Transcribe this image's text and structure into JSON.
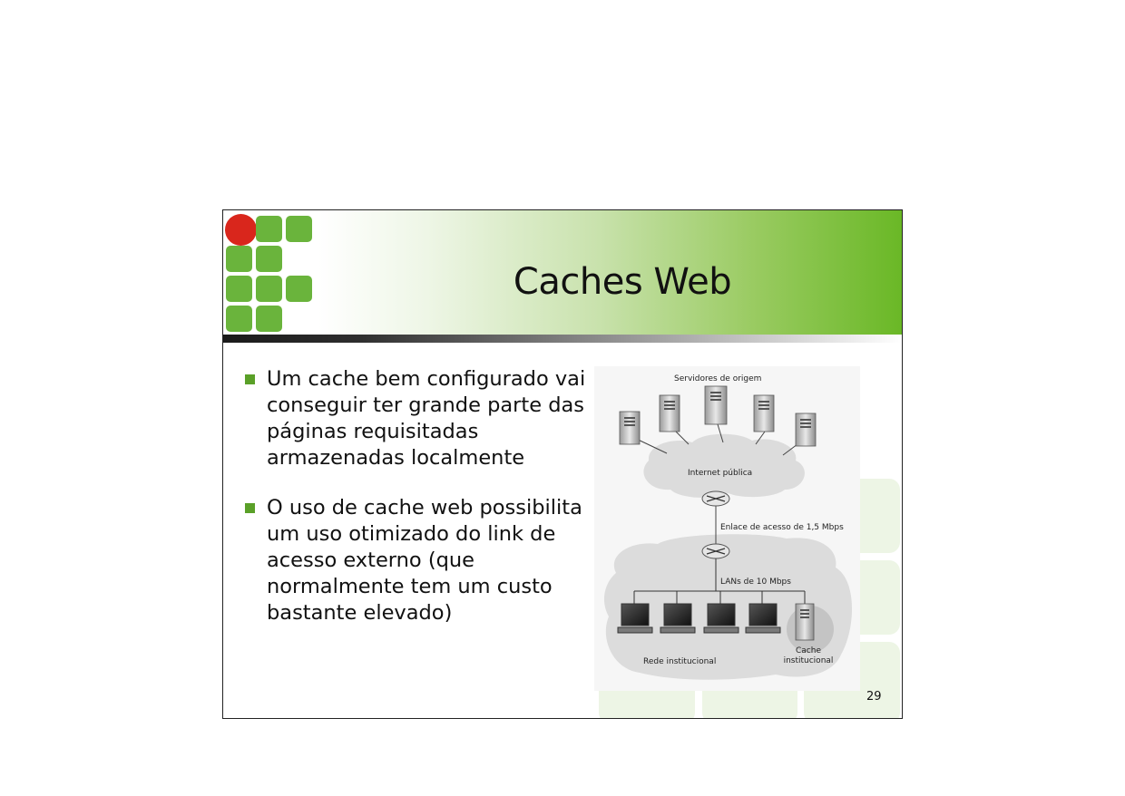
{
  "slide": {
    "title": "Caches Web",
    "page_number": "29",
    "bullets": [
      "Um cache bem configurado vai conseguir ter grande parte das páginas requisitadas armazenadas localmente",
      "O uso de cache web possibilita um uso otimizado do link de acesso externo (que normalmente tem um custo bastante elevado)"
    ]
  },
  "figure": {
    "servers_label": "Servidores de origem",
    "internet_label": "Internet pública",
    "access_link_label": "Enlace de acesso de 1,5 Mbps",
    "lan_label": "LANs de 10 Mbps",
    "institutional_network_label": "Rede institucional",
    "cache_label_line1": "Cache",
    "cache_label_line2": "institucional"
  },
  "colors": {
    "logo_green": "#6ab43c",
    "logo_red": "#d9261c",
    "header_green": "#6ab826",
    "bullet_green": "#5aa028"
  }
}
